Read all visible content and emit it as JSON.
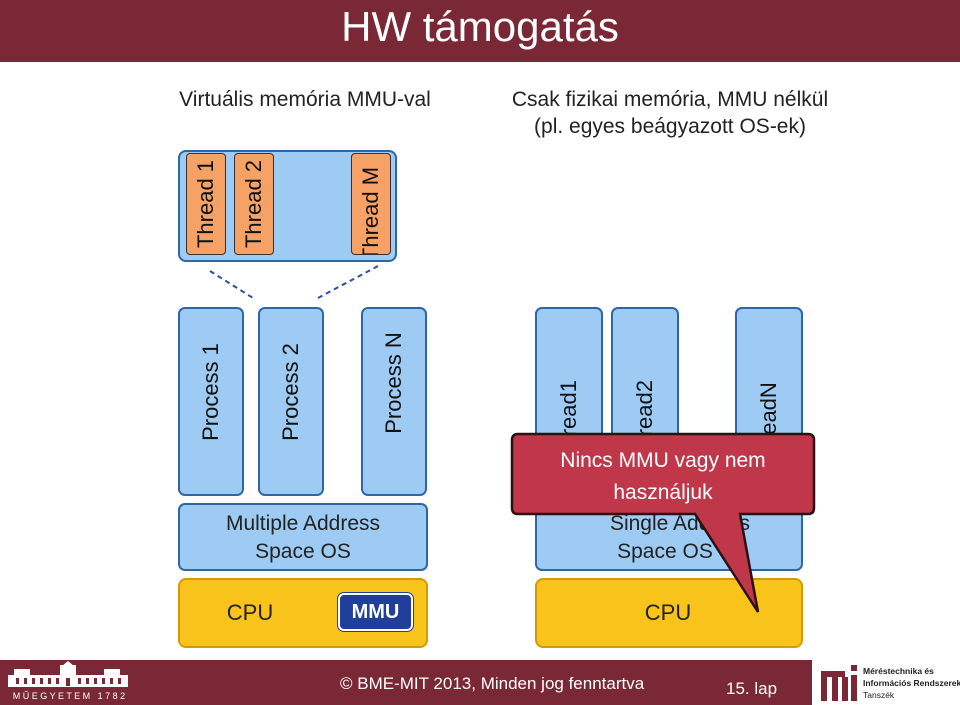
{
  "title": "HW támogatás",
  "left_heading": "Virtuális memória MMU-val",
  "right_heading": {
    "line1": "Csak fizikai memória, MMU nélkül",
    "line2": "(pl. egyes beágyazott OS-ek)"
  },
  "threads_top": [
    "Thread 1",
    "Thread 2",
    "Thread M"
  ],
  "processes": [
    "Process 1",
    "Process 2",
    "Process N"
  ],
  "multi_os": {
    "line1": "Multiple Address",
    "line2": "Space OS"
  },
  "cpu_left": "CPU",
  "mmu": "MMU",
  "threads_right": [
    "Thread1",
    "Thread2",
    "ThreadN"
  ],
  "single_os": {
    "line1": "Single Address",
    "line2": "Space OS"
  },
  "cpu_right": "CPU",
  "callout": {
    "line1": "Nincs MMU vagy nem",
    "line2": "használjuk"
  },
  "footer": {
    "copyright": "© BME-MIT 2013, Minden jog fenntartva",
    "page": "15. lap",
    "university": "M Ű E G Y E T E M   1 7 8 2",
    "logo_text": [
      "Méréstechnika és",
      "Információs Rendszerek",
      "Tanszék"
    ]
  },
  "colors": {
    "header": "#7a2836",
    "box": "#9ecbf3",
    "thread": "#f6a166",
    "cpu": "#f8c31a",
    "mmu": "#1f3f9a",
    "callout": "#c0374a"
  }
}
